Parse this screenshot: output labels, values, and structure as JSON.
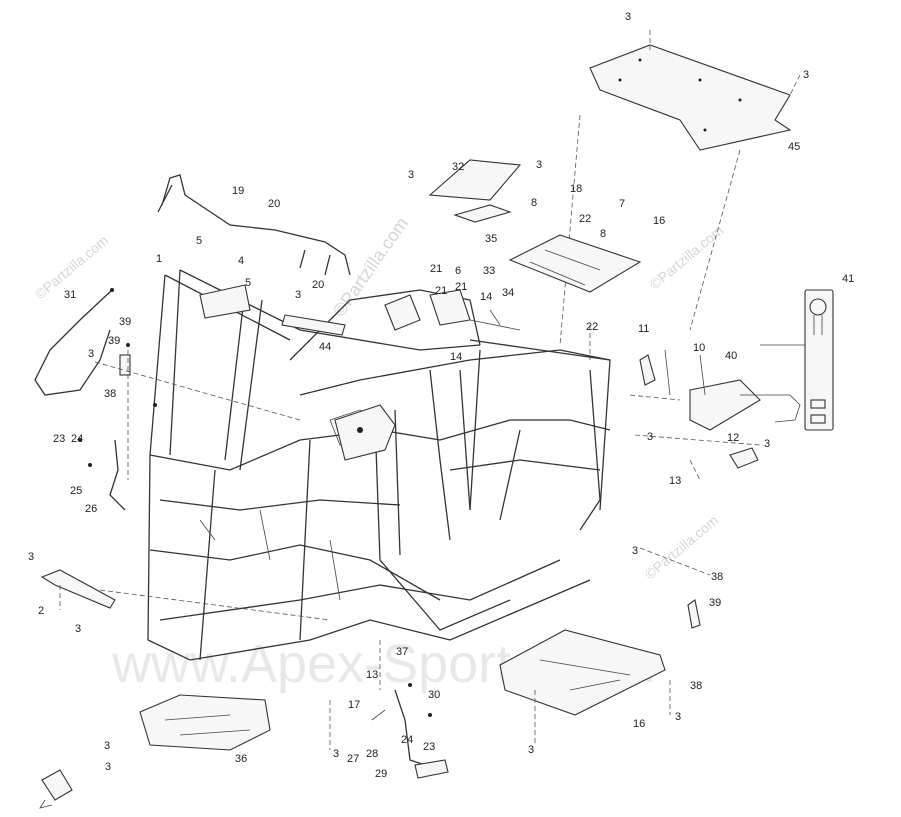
{
  "watermarks": {
    "site": "www.Apex-Sports.com",
    "diagonal": "©Partzilla.com",
    "corner": "©Partzilla.com"
  },
  "callouts": [
    {
      "id": "c1",
      "label": "1"
    },
    {
      "id": "c2",
      "label": "2"
    },
    {
      "id": "c3a",
      "label": "3"
    },
    {
      "id": "c3b",
      "label": "3"
    },
    {
      "id": "c3c",
      "label": "3"
    },
    {
      "id": "c3d",
      "label": "3"
    },
    {
      "id": "c3e",
      "label": "3"
    },
    {
      "id": "c3f",
      "label": "3"
    },
    {
      "id": "c3g",
      "label": "3"
    },
    {
      "id": "c3h",
      "label": "3"
    },
    {
      "id": "c3i",
      "label": "3"
    },
    {
      "id": "c3j",
      "label": "3"
    },
    {
      "id": "c3k",
      "label": "3"
    },
    {
      "id": "c3l",
      "label": "3"
    },
    {
      "id": "c3m",
      "label": "3"
    },
    {
      "id": "c3n",
      "label": "3"
    },
    {
      "id": "c3o",
      "label": "3"
    },
    {
      "id": "c3p",
      "label": "3"
    },
    {
      "id": "c4",
      "label": "4"
    },
    {
      "id": "c5a",
      "label": "5"
    },
    {
      "id": "c5b",
      "label": "5"
    },
    {
      "id": "c6",
      "label": "6"
    },
    {
      "id": "c7",
      "label": "7"
    },
    {
      "id": "c8a",
      "label": "8"
    },
    {
      "id": "c8b",
      "label": "8"
    },
    {
      "id": "c10",
      "label": "10"
    },
    {
      "id": "c11",
      "label": "11"
    },
    {
      "id": "c12",
      "label": "12"
    },
    {
      "id": "c13a",
      "label": "13"
    },
    {
      "id": "c13b",
      "label": "13"
    },
    {
      "id": "c14a",
      "label": "14"
    },
    {
      "id": "c14b",
      "label": "14"
    },
    {
      "id": "c16a",
      "label": "16"
    },
    {
      "id": "c16b",
      "label": "16"
    },
    {
      "id": "c17",
      "label": "17"
    },
    {
      "id": "c18",
      "label": "18"
    },
    {
      "id": "c19",
      "label": "19"
    },
    {
      "id": "c20a",
      "label": "20"
    },
    {
      "id": "c20b",
      "label": "20"
    },
    {
      "id": "c21a",
      "label": "21"
    },
    {
      "id": "c21b",
      "label": "21"
    },
    {
      "id": "c21c",
      "label": "21"
    },
    {
      "id": "c22a",
      "label": "22"
    },
    {
      "id": "c22b",
      "label": "22"
    },
    {
      "id": "c23a",
      "label": "23"
    },
    {
      "id": "c23b",
      "label": "23"
    },
    {
      "id": "c24a",
      "label": "24"
    },
    {
      "id": "c24b",
      "label": "24"
    },
    {
      "id": "c25",
      "label": "25"
    },
    {
      "id": "c26",
      "label": "26"
    },
    {
      "id": "c27",
      "label": "27"
    },
    {
      "id": "c28",
      "label": "28"
    },
    {
      "id": "c29",
      "label": "29"
    },
    {
      "id": "c30",
      "label": "30"
    },
    {
      "id": "c31",
      "label": "31"
    },
    {
      "id": "c32",
      "label": "32"
    },
    {
      "id": "c33",
      "label": "33"
    },
    {
      "id": "c34",
      "label": "34"
    },
    {
      "id": "c35",
      "label": "35"
    },
    {
      "id": "c36",
      "label": "36"
    },
    {
      "id": "c37",
      "label": "37"
    },
    {
      "id": "c38a",
      "label": "38"
    },
    {
      "id": "c38b",
      "label": "38"
    },
    {
      "id": "c38c",
      "label": "38"
    },
    {
      "id": "c39a",
      "label": "39"
    },
    {
      "id": "c39b",
      "label": "39"
    },
    {
      "id": "c39c",
      "label": "39"
    },
    {
      "id": "c40",
      "label": "40"
    },
    {
      "id": "c41",
      "label": "41"
    },
    {
      "id": "c44",
      "label": "44"
    },
    {
      "id": "c45",
      "label": "45"
    }
  ]
}
